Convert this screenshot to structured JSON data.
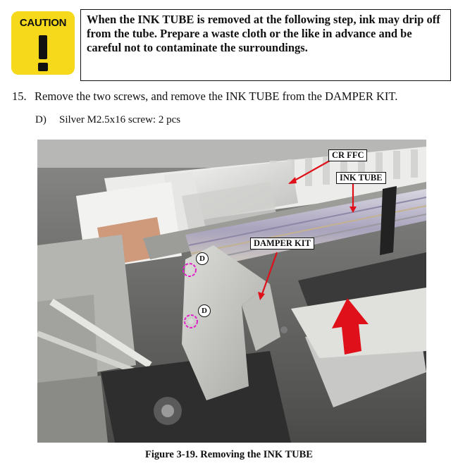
{
  "caution": {
    "icon_label": "CAUTION",
    "text": "When the INK TUBE is removed at the following step, ink may drip off from the tube. Prepare a waste cloth or the like in advance and be careful not to contaminate the surroundings."
  },
  "step": {
    "number": "15.",
    "text": "Remove the two screws, and remove the INK TUBE from the DAMPER KIT."
  },
  "substep": {
    "letter": "D)",
    "text": "Silver M2.5x16 screw: 2 pcs"
  },
  "figure": {
    "callouts": {
      "cr_ffc": "CR FFC",
      "ink_tube": "INK TUBE",
      "damper_kit": "DAMPER KIT"
    },
    "screw_labels": [
      "D",
      "D"
    ],
    "caption": "Figure 3-19.  Removing the INK TUBE"
  },
  "colors": {
    "caution_yellow": "#f5d91a",
    "arrow_red": "#e0101a",
    "screw_marker": "#e020c8"
  }
}
